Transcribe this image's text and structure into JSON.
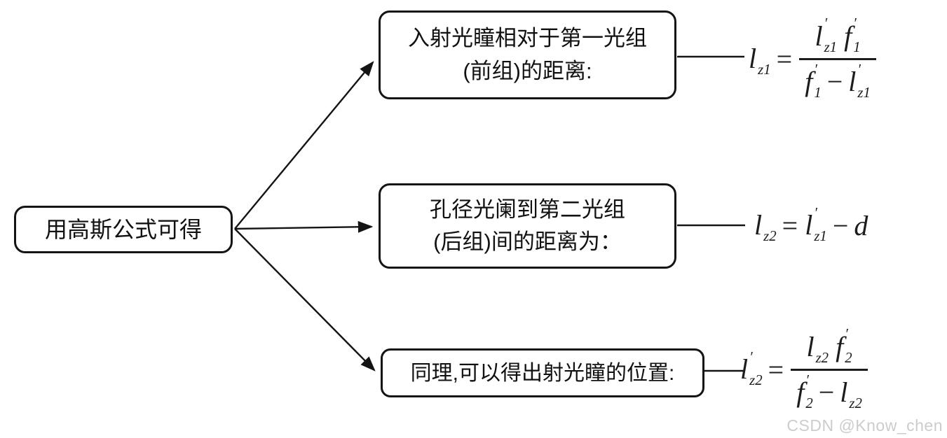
{
  "colors": {
    "stroke": "#141414",
    "text": "#111111",
    "formula_ink": "#1c1c1c",
    "background": "#ffffff",
    "watermark": "#cccccc"
  },
  "root": {
    "label": "用高斯公式可得"
  },
  "branches": [
    {
      "title_line1": "入射光瞳相对于第一光组",
      "title_line2": "(前组)的距离:",
      "formula_text": "l_z1 = l′_z1 f′_1 / (f′_1 − l′_z1)",
      "f": {
        "lhs": {
          "b": "l",
          "sup": "",
          "sub": "z1"
        },
        "eq": "=",
        "num": [
          {
            "b": "l",
            "sup": "′",
            "sub": "z1"
          },
          {
            "b": "f",
            "sup": "′",
            "sub": "1"
          }
        ],
        "den0": {
          "b": "f",
          "sup": "′",
          "sub": "1"
        },
        "den_op": "−",
        "den1": {
          "b": "l",
          "sup": "′",
          "sub": "z1"
        }
      }
    },
    {
      "title_line1": "孔径光阑到第二光组",
      "title_line2": "(后组)间的距离为：",
      "formula_text": "l_z2 = l′_z1 − d",
      "f": {
        "lhs": {
          "b": "l",
          "sup": "",
          "sub": "z2"
        },
        "eq": "=",
        "rhs0": {
          "b": "l",
          "sup": "′",
          "sub": "z1"
        },
        "op": "−",
        "rhs1": {
          "b": "d",
          "sup": "",
          "sub": ""
        }
      }
    },
    {
      "title_line1": "同理,可以得出射光瞳的位置:",
      "formula_text": "l′_z2 = l_z2 f′_2 / (f′_2 − l_z2)",
      "f": {
        "lhs": {
          "b": "l",
          "sup": "′",
          "sub": "z2"
        },
        "eq": "=",
        "num": [
          {
            "b": "l",
            "sup": "",
            "sub": "z2"
          },
          {
            "b": "f",
            "sup": "′",
            "sub": "2"
          }
        ],
        "den0": {
          "b": "f",
          "sup": "′",
          "sub": "2"
        },
        "den_op": "−",
        "den1": {
          "b": "l",
          "sup": "",
          "sub": "z2"
        }
      }
    }
  ],
  "watermark": {
    "text": "CSDN @Know_chen"
  }
}
